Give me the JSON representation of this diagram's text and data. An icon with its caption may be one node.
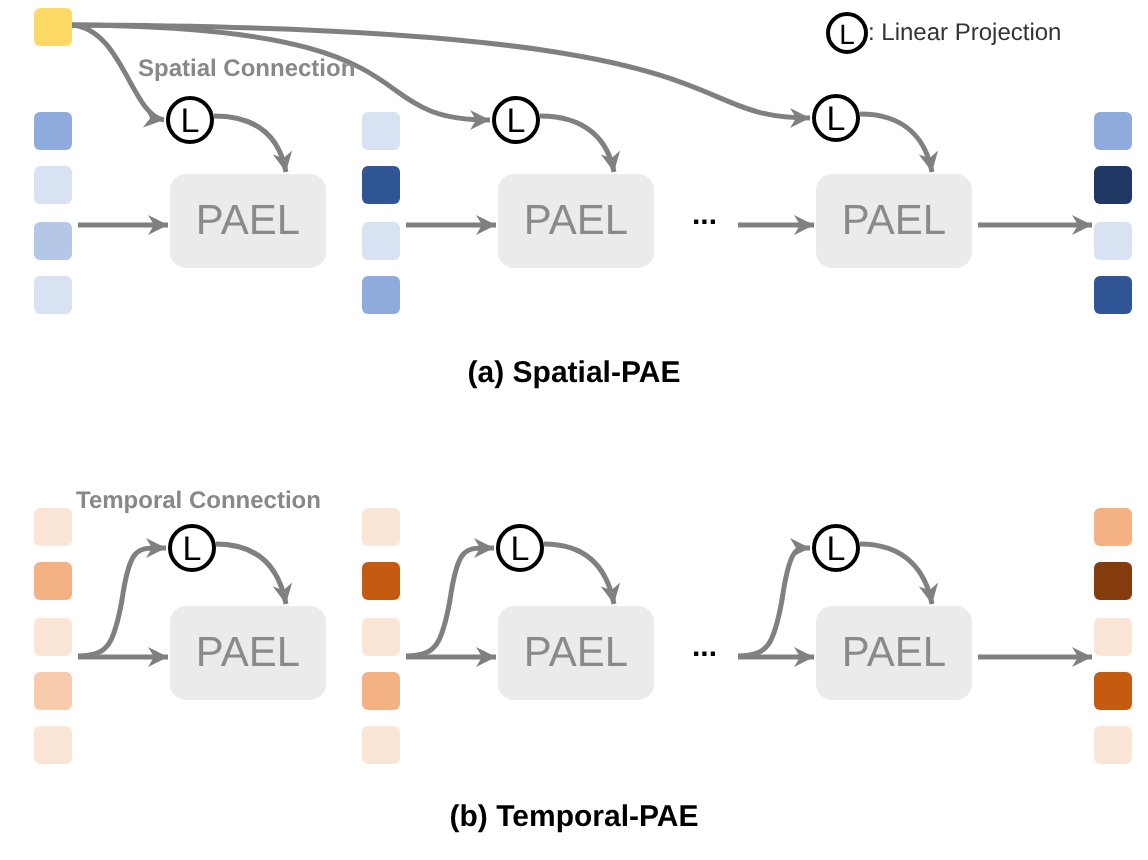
{
  "diagram": {
    "nodes": [
      {
        "text": [],
        "shape": "box"
      },
      {
        "text": [],
        "shape": "bar"
      },
      {
        "text": [
          "L"
        ]
      },
      {
        "text": [
          "PAEL"
        ]
      },
      {
        "text": [],
        "shape": "bar"
      },
      {
        "text": [
          "L"
        ]
      },
      {
        "text": [
          "PAEL"
        ]
      },
      {
        "text": [
          "..."
        ]
      },
      {
        "text": [
          "L"
        ]
      },
      {
        "text": [
          "PAEL"
        ]
      },
      {
        "text": [],
        "shape": "bar"
      },
      {
        "text": [],
        "shape": "bar"
      },
      {
        "text": [
          "L"
        ]
      },
      {
        "text": [
          "PAEL"
        ]
      },
      {
        "text": [],
        "shape": "bar"
      },
      {
        "text": [
          "L"
        ]
      },
      {
        "text": [
          "PAEL"
        ]
      },
      {
        "text": [
          "..."
        ]
      },
      {
        "text": [
          "L"
        ]
      },
      {
        "text": [
          "PAEL"
        ]
      },
      {
        "text": [],
        "shape": "bar"
      }
    ],
    "edges": [
      {
        "from": 0,
        "to": 2,
        "arrow": "to"
      },
      {
        "from": 0,
        "to": 5,
        "arrow": "to"
      },
      {
        "from": 0,
        "to": 8,
        "arrow": "to"
      },
      {
        "from": 2,
        "to": 3,
        "arrow": "to"
      },
      {
        "from": 5,
        "to": 6,
        "arrow": "to"
      },
      {
        "from": 8,
        "to": 9,
        "arrow": "to"
      },
      {
        "from": 1,
        "to": 3,
        "arrow": "to"
      },
      {
        "from": 4,
        "to": 6,
        "arrow": "to"
      },
      {
        "from": 7,
        "to": 9,
        "arrow": "to"
      },
      {
        "from": 9,
        "to": 10,
        "arrow": "to"
      },
      {
        "from": 11,
        "to": 12,
        "arrow": "to"
      },
      {
        "from": 11,
        "to": 13,
        "arrow": "to"
      },
      {
        "from": 12,
        "to": 13,
        "arrow": "to"
      },
      {
        "from": 14,
        "to": 15,
        "arrow": "to"
      },
      {
        "from": 14,
        "to": 16,
        "arrow": "to"
      },
      {
        "from": 15,
        "to": 16,
        "arrow": "to"
      },
      {
        "from": 17,
        "to": 18,
        "arrow": "to"
      },
      {
        "from": 17,
        "to": 19,
        "arrow": "to"
      },
      {
        "from": 18,
        "to": 19,
        "arrow": "to"
      },
      {
        "from": 19,
        "to": 20,
        "arrow": "to"
      }
    ],
    "labels": [
      "L",
      "Spatial Connection",
      "(a) Spatial-PAE",
      "Temporal Connection",
      "(b) Temporal-PAE"
    ],
    "legend": [
      {
        "text": ": Linear Projection"
      }
    ]
  }
}
